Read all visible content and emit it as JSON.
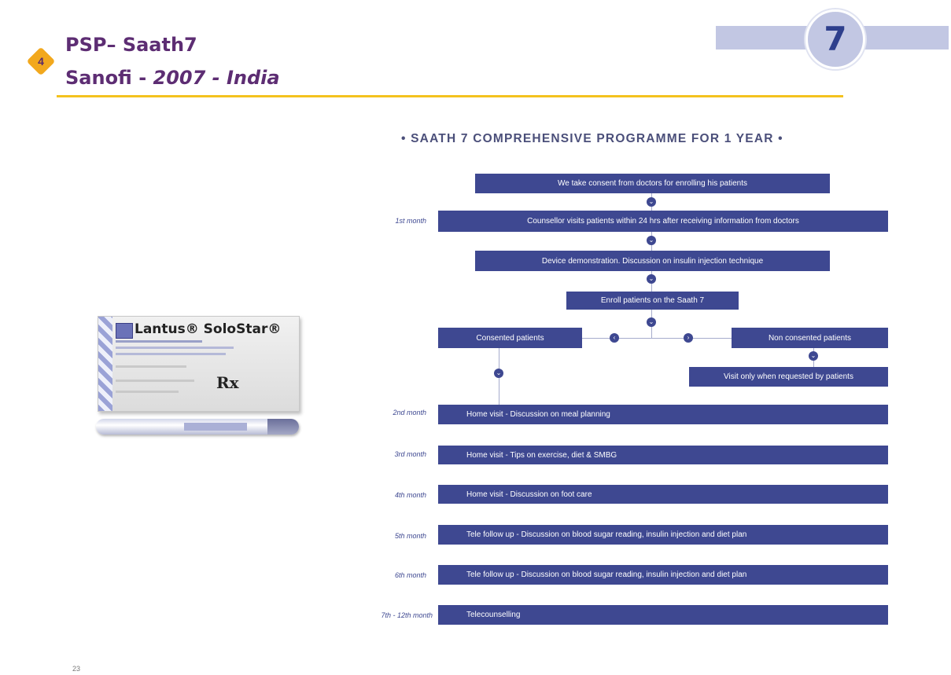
{
  "header": {
    "badge": "4",
    "title_line1": "PSP– Saath7",
    "title_line2_prefix": "Sanofi - ",
    "title_line2_year": "2007 - India",
    "logo_number": "7"
  },
  "product": {
    "brand": "Lantus® SoloStar®",
    "rx": "Rx"
  },
  "programme": {
    "title": "• SAATH 7 COMPREHENSIVE PROGRAMME FOR 1 YEAR •",
    "steps": {
      "consent": "We take consent from doctors for enrolling his patients",
      "counsellor": "Counsellor visits patients within 24 hrs after receiving information from doctors",
      "device": "Device demonstration. Discussion on insulin injection technique",
      "enroll": "Enroll patients on the Saath 7",
      "consented": "Consented patients",
      "non_consented": "Non consented patients",
      "visit_only": "Visit only when requested by patients",
      "m2": "Home visit - Discussion on meal planning",
      "m3": "Home visit - Tips on exercise, diet & SMBG",
      "m4": "Home visit - Discussion on foot care",
      "m5": "Tele follow up - Discussion on blood sugar reading, insulin injection and diet plan",
      "m6": "Tele follow up - Discussion on blood sugar reading, insulin injection and diet plan",
      "m7": "Telecounselling"
    },
    "months": {
      "m1": "1st month",
      "m2": "2nd month",
      "m3": "3rd month",
      "m4": "4th month",
      "m5": "5th month",
      "m6": "6th month",
      "m7": "7th - 12th month"
    }
  },
  "page_number": "23"
}
